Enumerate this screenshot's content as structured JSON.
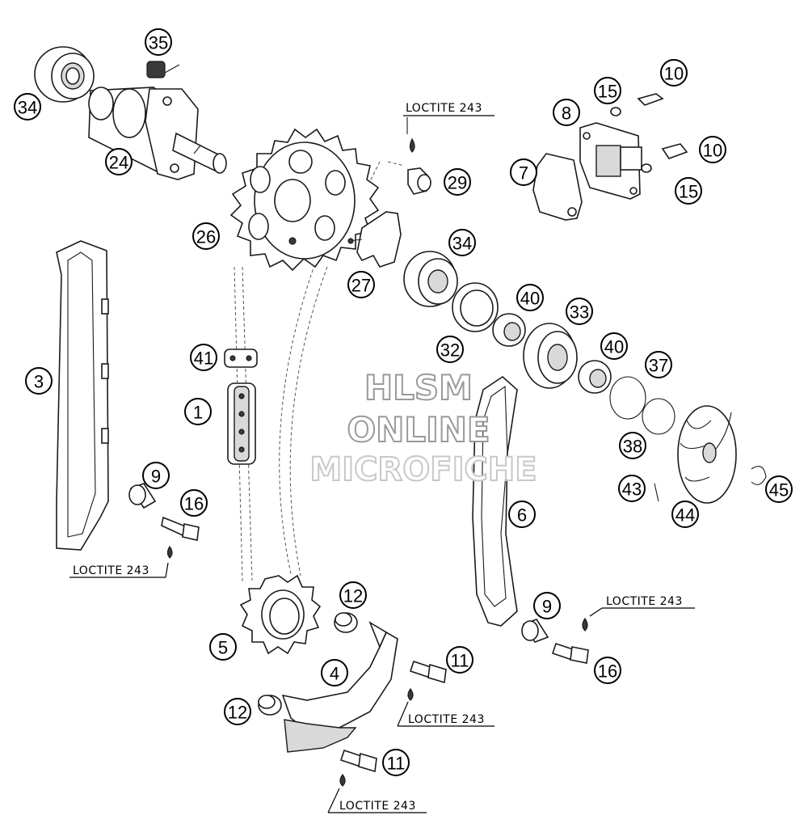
{
  "callouts": [
    "35",
    "34",
    "24",
    "26",
    "27",
    "29",
    "34",
    "40",
    "33",
    "40",
    "32",
    "37",
    "38",
    "10",
    "15",
    "8",
    "7",
    "10",
    "15",
    "3",
    "41",
    "1",
    "9",
    "16",
    "6",
    "45",
    "43",
    "44",
    "5",
    "12",
    "4",
    "11",
    "12",
    "11",
    "9",
    "16"
  ],
  "notes": [
    "LOCTITE 243",
    "LOCTITE 243",
    "LOCTITE 243",
    "LOCTITE 243",
    "LOCTITE 243"
  ],
  "watermark": [
    "HLSM",
    "ONLINE",
    "MICROFICHE"
  ],
  "colors": {
    "line": "#1a1a1a",
    "watermark_stroke": "#9a9a9a",
    "watermark_light": "#c8c8c8"
  }
}
